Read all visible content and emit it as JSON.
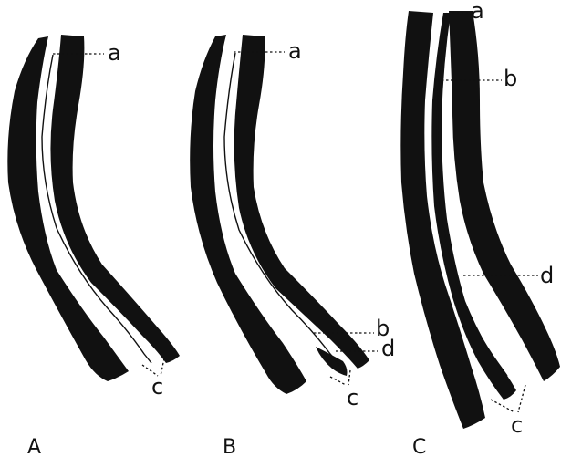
{
  "figure": {
    "panels": [
      {
        "label": "A",
        "callouts": [
          "a",
          "c"
        ]
      },
      {
        "label": "B",
        "callouts": [
          "a",
          "b",
          "d",
          "c"
        ]
      },
      {
        "label": "C",
        "callouts": [
          "a",
          "b",
          "d",
          "c"
        ]
      }
    ],
    "colors": {
      "ink": "#111111",
      "background": "#ffffff"
    }
  }
}
